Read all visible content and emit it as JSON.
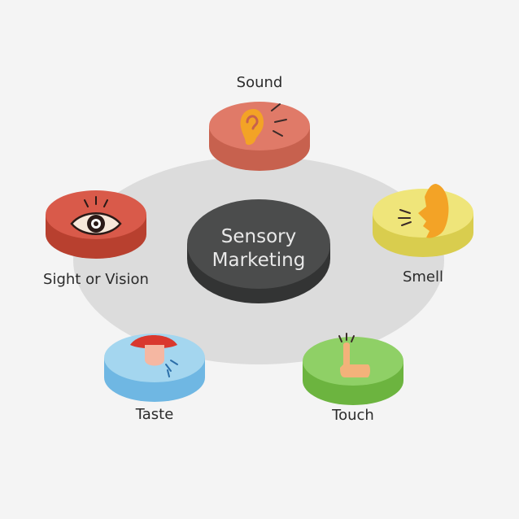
{
  "center": {
    "line1": "Sensory",
    "line2": "Marketing",
    "top_color": "#4b4c4c",
    "side_color": "#333434"
  },
  "platform_color": "#dcdcdc",
  "senses": [
    {
      "key": "sound",
      "label": "Sound",
      "icon": "ear-icon",
      "top_color": "#e07a68",
      "side_color": "#c7614e"
    },
    {
      "key": "smell",
      "label": "Smell",
      "icon": "nose-icon",
      "top_color": "#efe57a",
      "side_color": "#d9cd4e"
    },
    {
      "key": "touch",
      "label": "Touch",
      "icon": "finger-icon",
      "top_color": "#8fd066",
      "side_color": "#6cb43f"
    },
    {
      "key": "taste",
      "label": "Taste",
      "icon": "tongue-icon",
      "top_color": "#a4d6ef",
      "side_color": "#6fb7e3"
    },
    {
      "key": "sight",
      "label": "Sight or Vision",
      "icon": "eye-icon",
      "top_color": "#d95a4a",
      "side_color": "#b8402f"
    }
  ]
}
